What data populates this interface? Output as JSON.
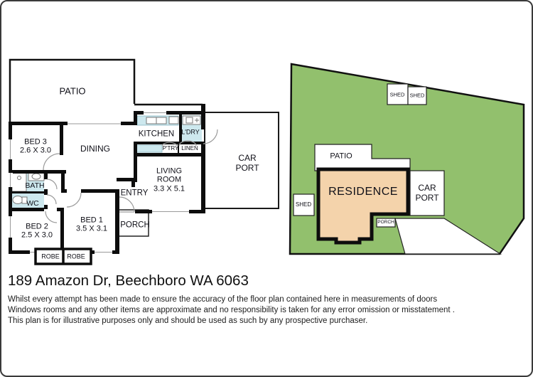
{
  "address": "189 Amazon Dr, Beechboro WA 6063",
  "disclaimer": {
    "line1": "Whilst every attempt has been made to ensure the accuracy of the floor plan contained here in measurements of doors",
    "line2": "Windows rooms and any other items are approximate and no responsibility is taken for any error omission or misstatement .",
    "line3": "This plan is for illustrative purposes only and should be used as such by any prospective purchaser."
  },
  "floorplan": {
    "patio": "PATIO",
    "bed3": "BED 3",
    "bed3_dims": "2.6 X 3.0",
    "dining": "DINING",
    "kitchen": "KITCHEN",
    "ldry": "L'DRY",
    "ptry": "P'TRY",
    "linen": "LINEN",
    "living1": "LIVING",
    "living2": "ROOM",
    "living_dims": "3.3 X 5.1",
    "carport1": "CAR",
    "carport2": "PORT",
    "bath": "BATH",
    "wc": "WC",
    "bed2": "BED 2",
    "bed2_dims": "2.5 X 3.0",
    "bed1": "BED 1",
    "bed1_dims": "3.5 X 3.1",
    "entry": "ENTRY",
    "porch": "PORCH",
    "robe_left": "ROBE",
    "robe_right": "ROBE"
  },
  "siteplan": {
    "shed_top_left": "SHED",
    "shed_top_right": "SHED",
    "patio": "PATIO",
    "residence": "RESIDENCE",
    "carport1": "CAR",
    "carport2": "PORT",
    "shed_west": "SHED",
    "porch": "PORCH",
    "colors": {
      "lot": "#92c06d",
      "residence": "#f4d3ab",
      "fixture_blue": "#cde8ee"
    }
  }
}
